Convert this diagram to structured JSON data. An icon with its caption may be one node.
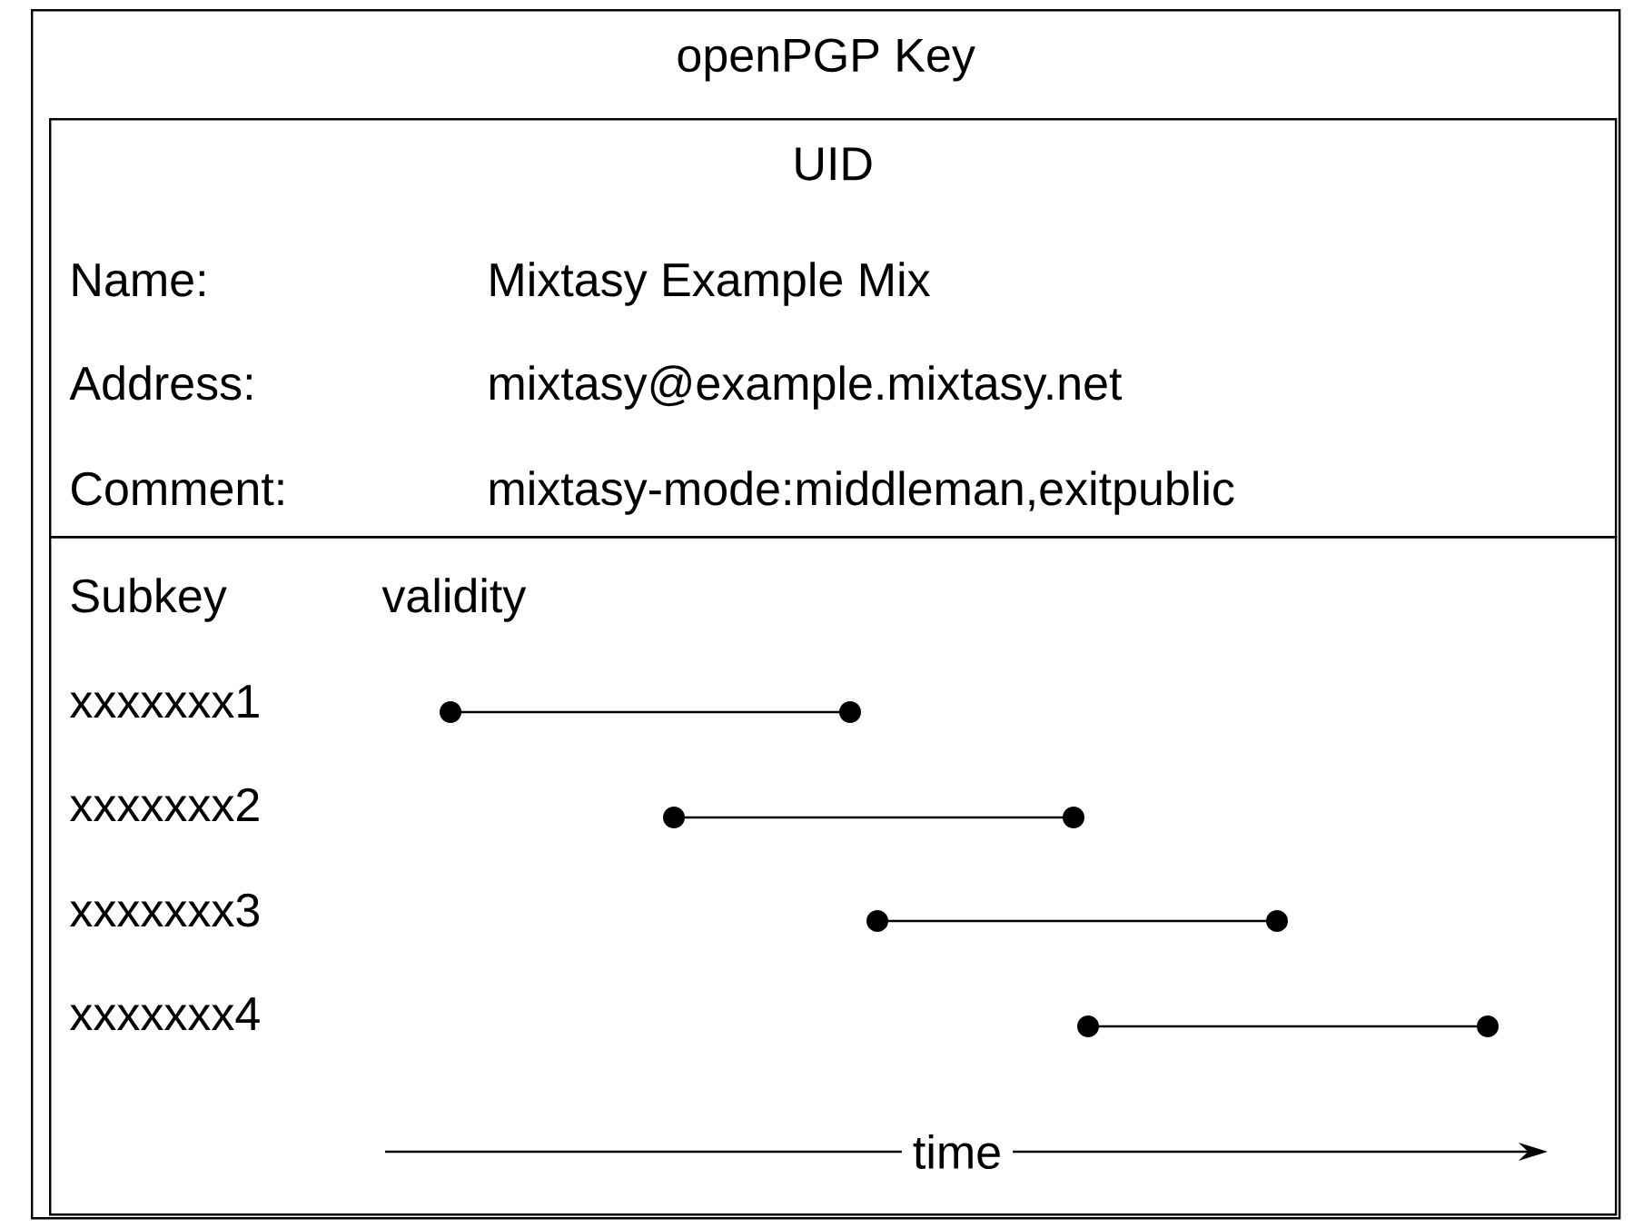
{
  "diagram": {
    "nodes": [
      {
        "text": [
          "openPGP Key"
        ]
      },
      {
        "text": [
          "UID"
        ],
        "in": 0
      },
      {
        "text": [],
        "shape": "box",
        "in": 0
      }
    ],
    "edges": [],
    "labels": [
      "Name:",
      "Mixtasy Example Mix",
      "Address:",
      "mixtasy@example.mixtasy.net",
      "Comment:",
      "mixtasy-mode:middleman,exitpublic",
      "Subkey",
      "validity",
      "xxxxxxx1",
      "xxxxxxx2",
      "xxxxxxx3",
      "xxxxxxx4",
      "time"
    ]
  }
}
